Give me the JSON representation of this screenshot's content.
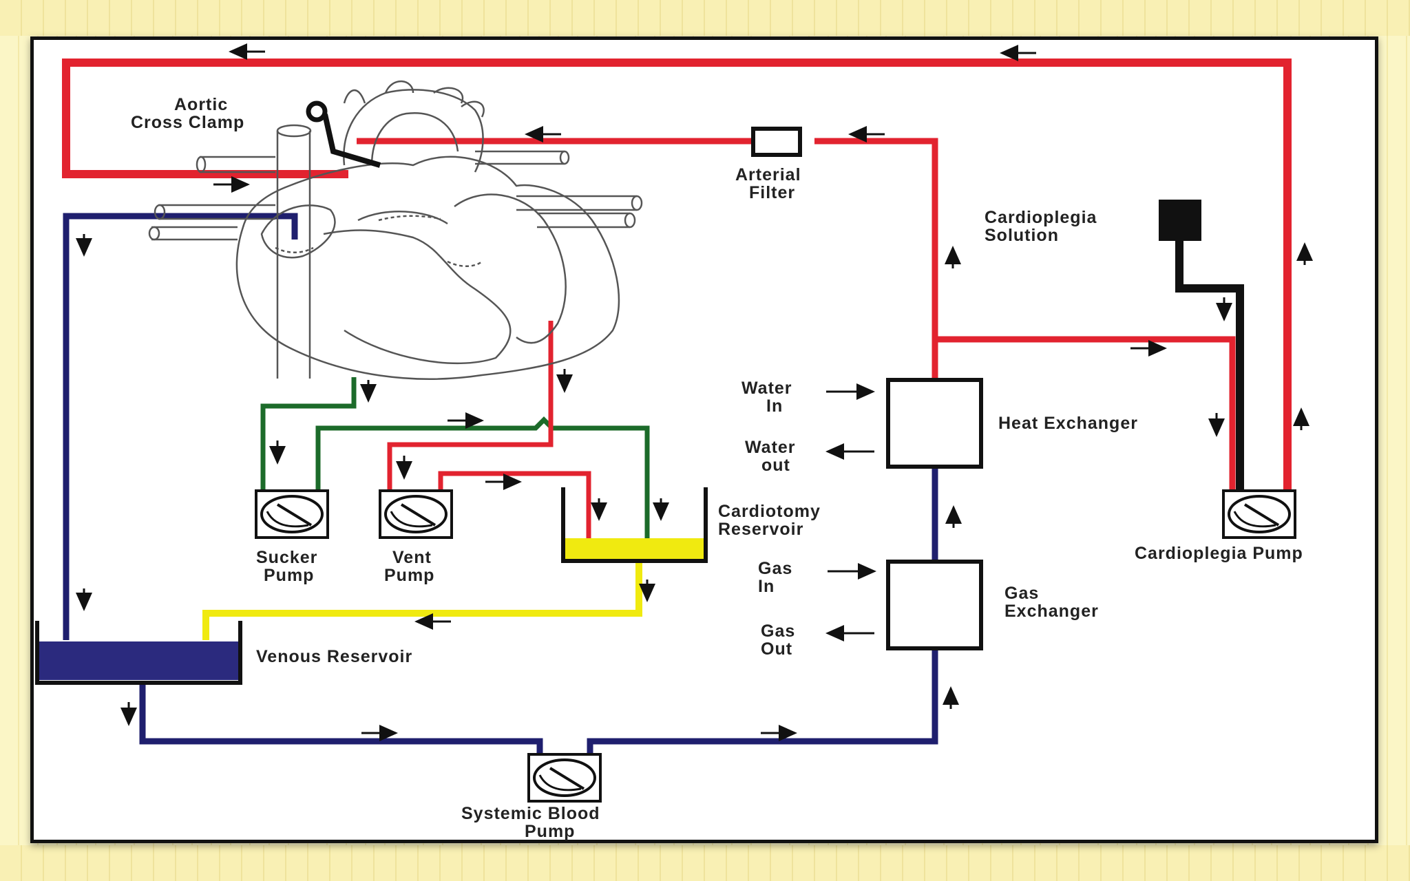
{
  "colors": {
    "oxygenated": "#e2232f",
    "venous": "#1f1f6e",
    "sucker": "#1c6b2a",
    "cardiotomy_return": "#f0ea10",
    "cardioplegia": "#111111",
    "venous_pool": "#2b2a7e"
  },
  "labels": {
    "aortic_cross_clamp": [
      "Aortic",
      "Cross Clamp"
    ],
    "arterial_filter": [
      "Arterial",
      "Filter"
    ],
    "cardioplegia_solution": [
      "Cardioplegia",
      "Solution"
    ],
    "water_in": [
      "Water",
      "In"
    ],
    "water_out": [
      "Water",
      "out"
    ],
    "heat_exchanger": "Heat Exchanger",
    "cardiotomy_reservoir": [
      "Cardiotomy",
      "Reservoir"
    ],
    "sucker_pump": [
      "Sucker",
      "Pump"
    ],
    "vent_pump": [
      "Vent",
      "Pump"
    ],
    "gas_in": [
      "Gas",
      "In"
    ],
    "gas_out": [
      "Gas",
      "Out"
    ],
    "gas_exchanger": [
      "Gas",
      "Exchanger"
    ],
    "venous_reservoir": "Venous Reservoir",
    "systemic_blood_pump": [
      "Systemic Blood",
      "Pump"
    ],
    "cardioplegia_pump": "Cardioplegia Pump"
  }
}
